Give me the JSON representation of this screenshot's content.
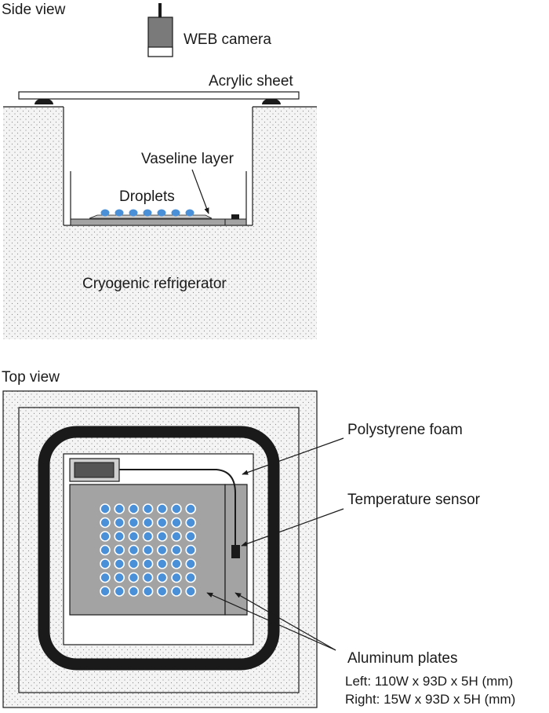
{
  "side_view": {
    "heading": "Side view",
    "camera_label": "WEB camera",
    "acrylic_label": "Acrylic sheet",
    "vaseline_label": "Vaseline layer",
    "droplets_label": "Droplets",
    "refrigerator_label": "Cryogenic refrigerator"
  },
  "top_view": {
    "heading": "Top view",
    "foam_label": "Polystyrene foam",
    "sensor_label": "Temperature sensor",
    "plates_label": "Aluminum plates",
    "left_plate_dims": "Left: 110W x 93D x 5H (mm)",
    "right_plate_dims": "Right: 15W x 93D x 5H (mm)",
    "droplet_grid": {
      "rows": 7,
      "cols": 7
    }
  },
  "colors": {
    "droplet": "#4a90d9",
    "plate": "#a3a3a3",
    "stipple_bg": "#f4f4f4",
    "stipple_dot": "#8a8a8a",
    "outline": "#1a1a1a"
  }
}
